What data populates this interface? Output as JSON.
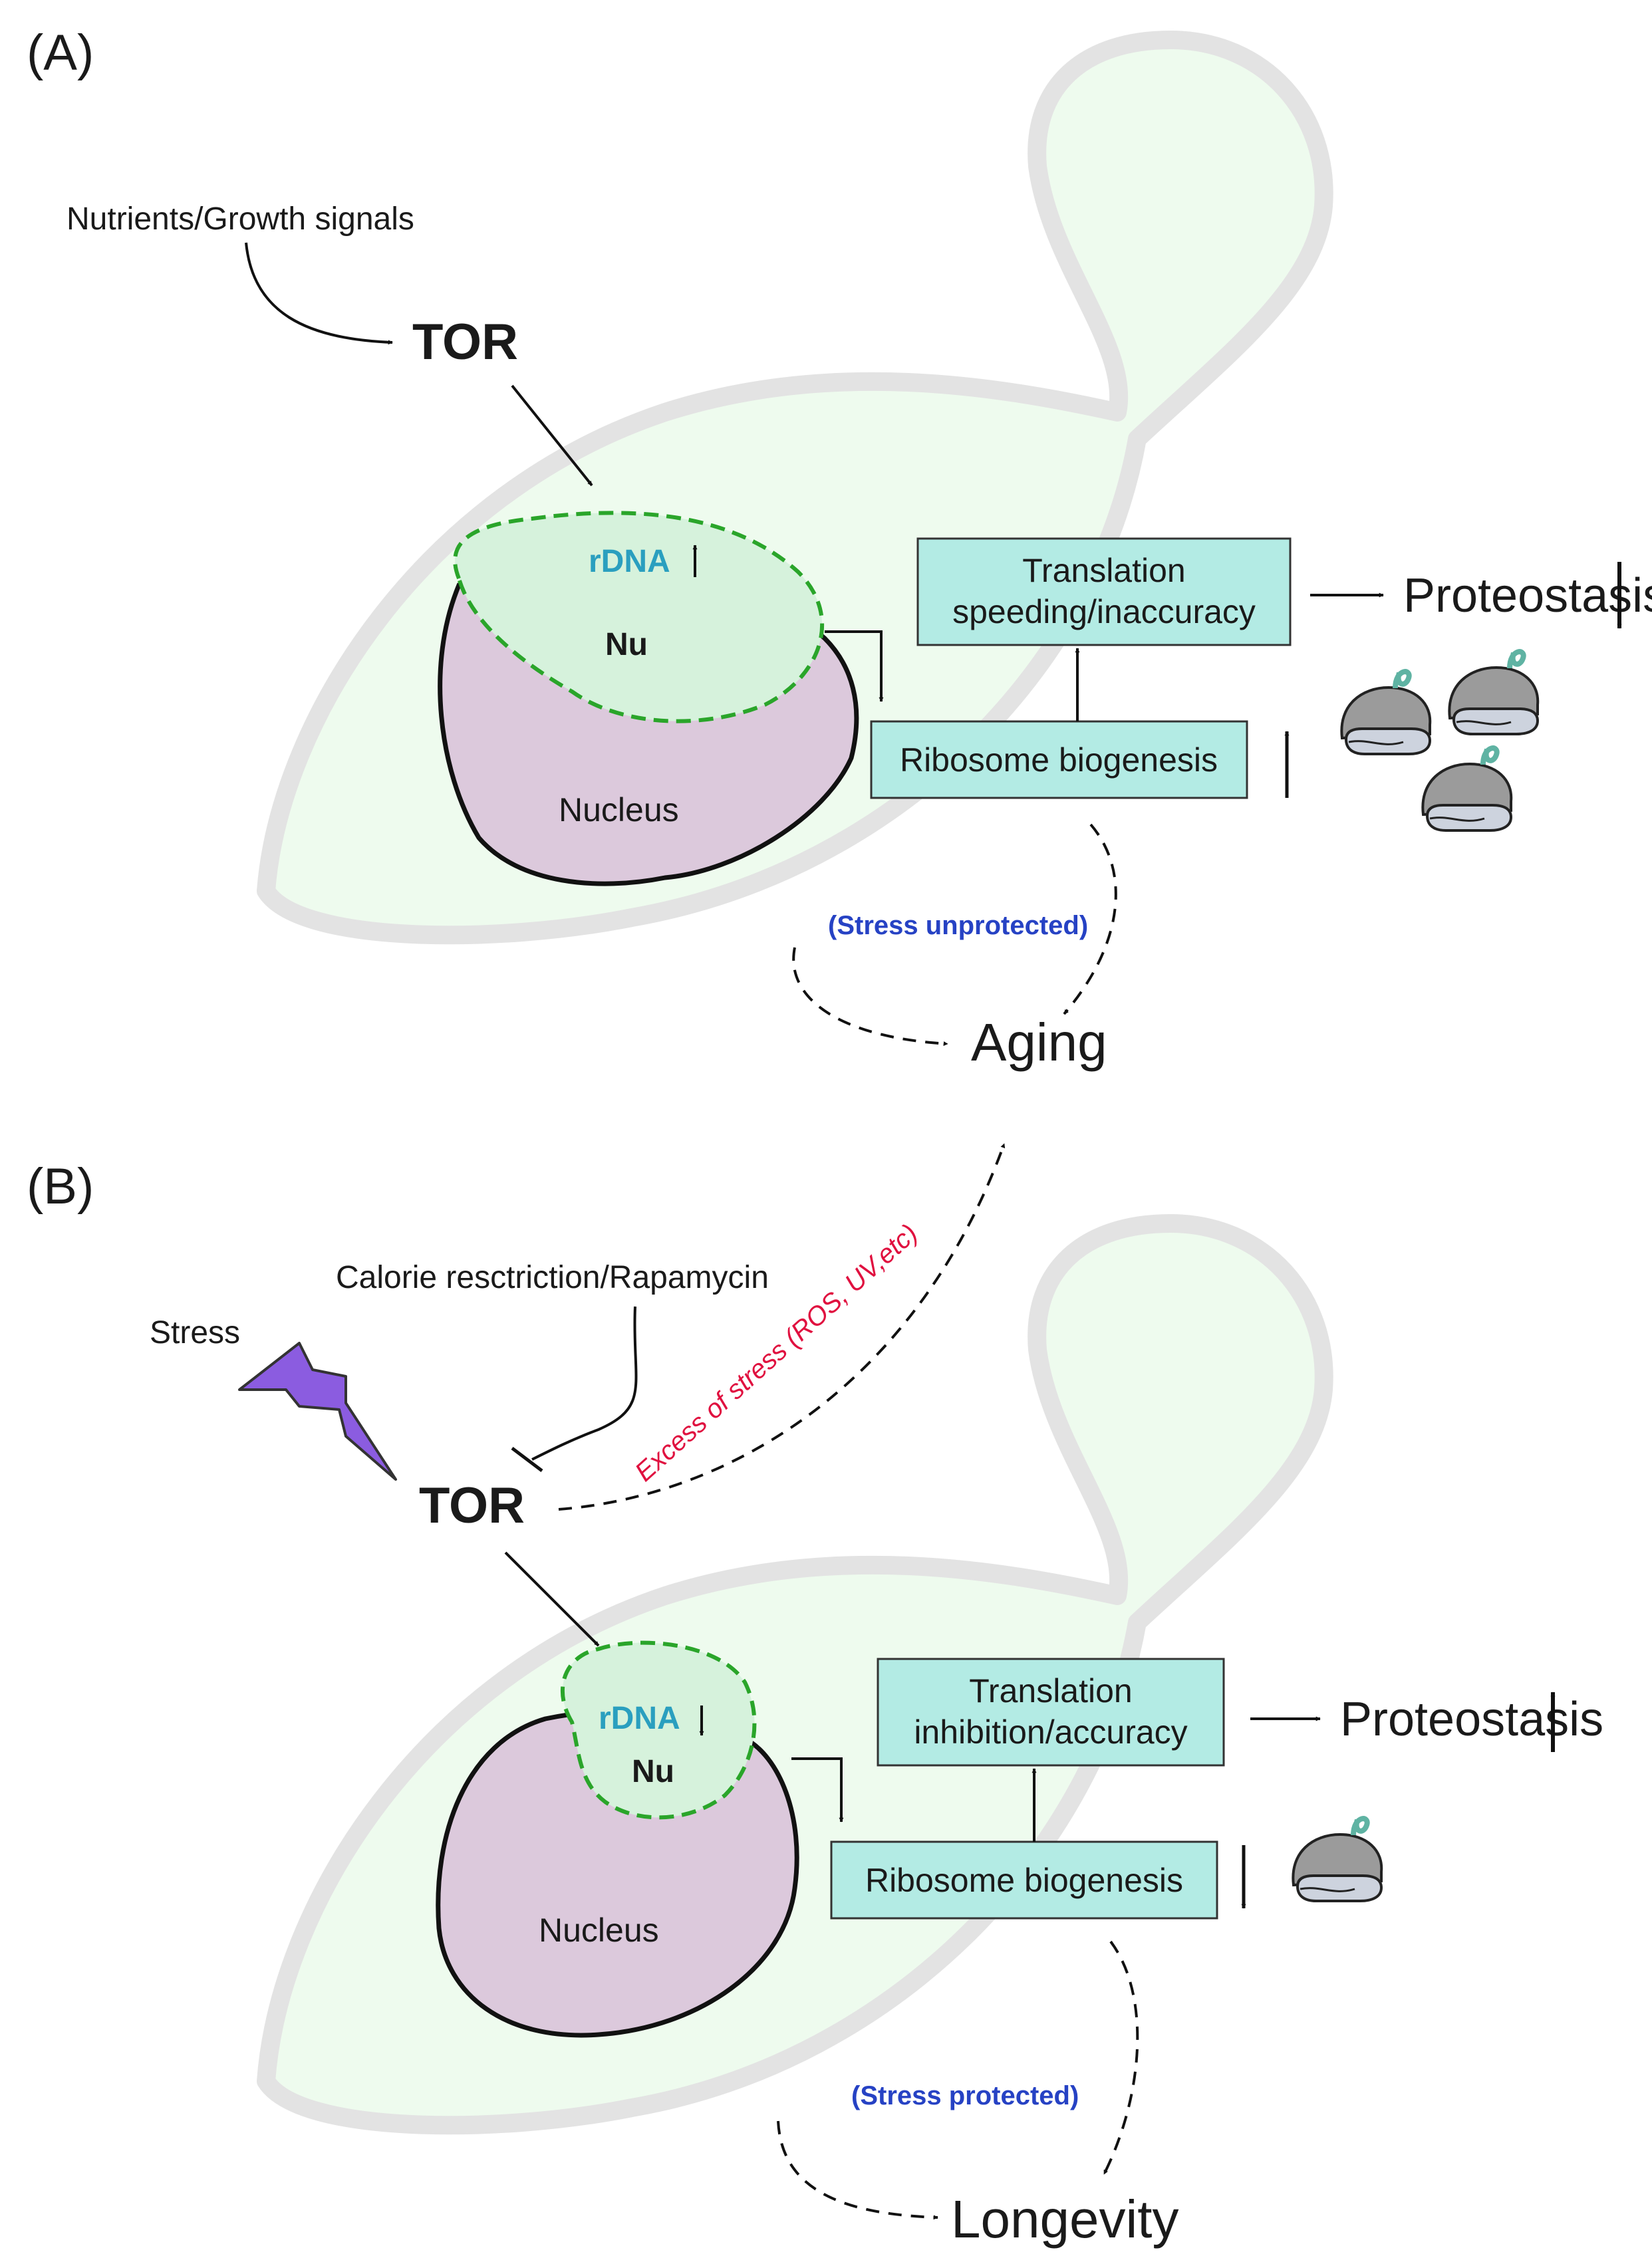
{
  "panel_a": {
    "label": "(A)",
    "input": "Nutrients/Growth signals",
    "tor": "TOR",
    "rdna": "rDNA",
    "nu": "Nu",
    "nucleus": "Nucleus",
    "translation_line1": "Translation",
    "translation_line2": "speeding/inaccuracy",
    "ribosome": "Ribosome biogenesis",
    "proteostasis": "Proteostasis",
    "stress_note": "(Stress unprotected)",
    "outcome": "Aging"
  },
  "panel_b": {
    "label": "(B)",
    "stress": "Stress",
    "input": "Calorie resctriction/Rapamycin",
    "tor": "TOR",
    "excess_stress": "Excess of stress (ROS, UV,etc)",
    "rdna": "rDNA",
    "nu": "Nu",
    "nucleus": "Nucleus",
    "translation_line1": "Translation",
    "translation_line2": "inhibition/accuracy",
    "ribosome": "Ribosome biogenesis",
    "proteostasis": "Proteostasis",
    "stress_note": "(Stress protected)",
    "outcome": "Longevity"
  },
  "colors": {
    "cell_fill": "#eefbee",
    "cell_wall": "#e3e3e3",
    "nucleus_fill": "#dcc9dc",
    "nucleolus_fill": "#d6f2dc",
    "nucleolus_border": "#2aa52a",
    "box_fill": "#b3ebe4",
    "rdna_text": "#2a9fbf",
    "stress_note": "#2642c4",
    "excess_stress": "#e0103f",
    "lightning": "#8b5ce0",
    "ribosome_top": "#9b9b9b",
    "ribosome_bottom": "#cdd3de",
    "mrna": "#5fb3a3"
  },
  "icons": [
    "up-arrow-icon",
    "down-arrow-icon",
    "lightning-icon",
    "ribosome-icon"
  ]
}
